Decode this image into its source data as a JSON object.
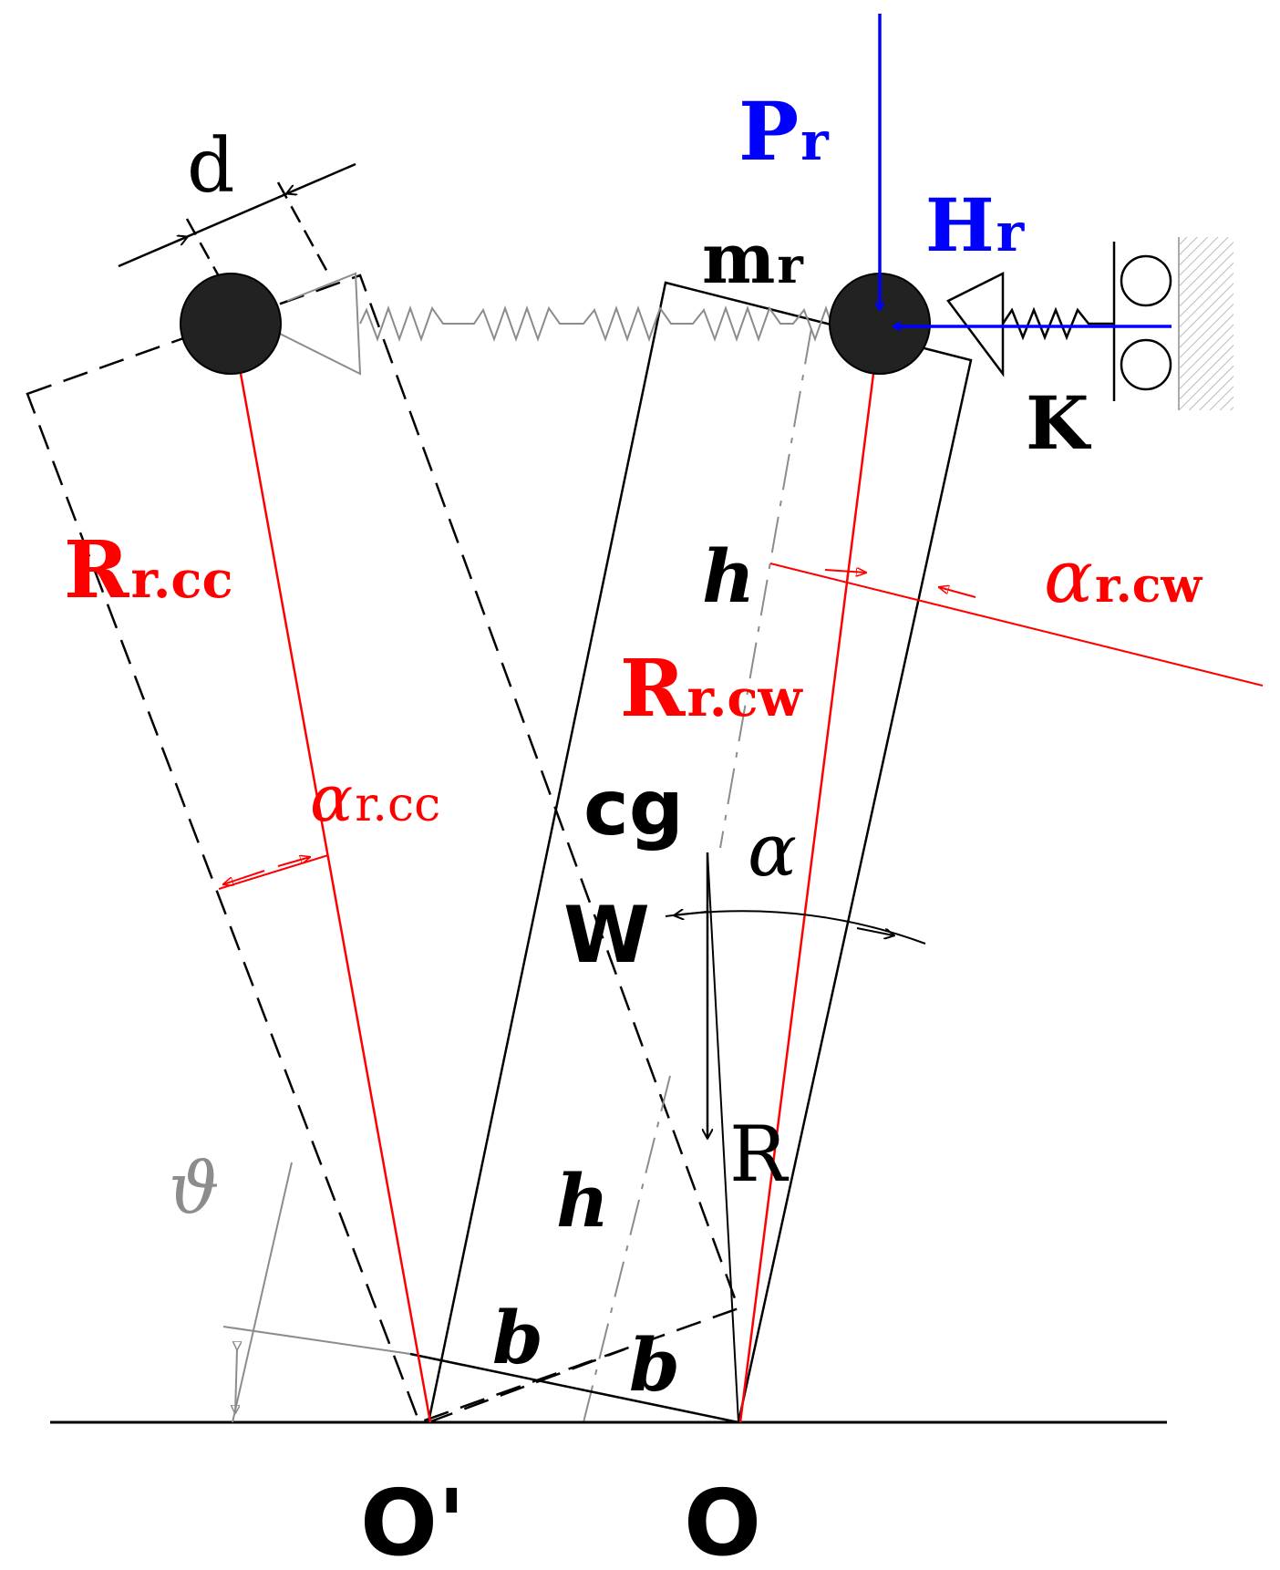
{
  "colors": {
    "black": "#000000",
    "red": "#ff0000",
    "blue": "#0000ff",
    "gray": "#8c8c8c"
  },
  "labels": {
    "d": "d",
    "P_main": "P",
    "P_sub": "r",
    "H_main": "H",
    "H_sub": "r",
    "m_main": "m",
    "m_sub": "r",
    "K": "K",
    "Rcc_main": "R",
    "Rcc_sub": "r.cc",
    "Rcw_main": "R",
    "Rcw_sub": "r.cw",
    "h_upper": "h",
    "h_lower": "h",
    "alpha_cw_main": "α",
    "alpha_cw_sub": "r.cw",
    "alpha_cc_main": "α",
    "alpha_cc_sub": "r.cc",
    "cg": "cg",
    "alpha": "α",
    "W": "W",
    "R": "R",
    "theta": "ϑ",
    "b_left": "b",
    "b_right": "b",
    "O_prime": "O'",
    "O": "O"
  }
}
